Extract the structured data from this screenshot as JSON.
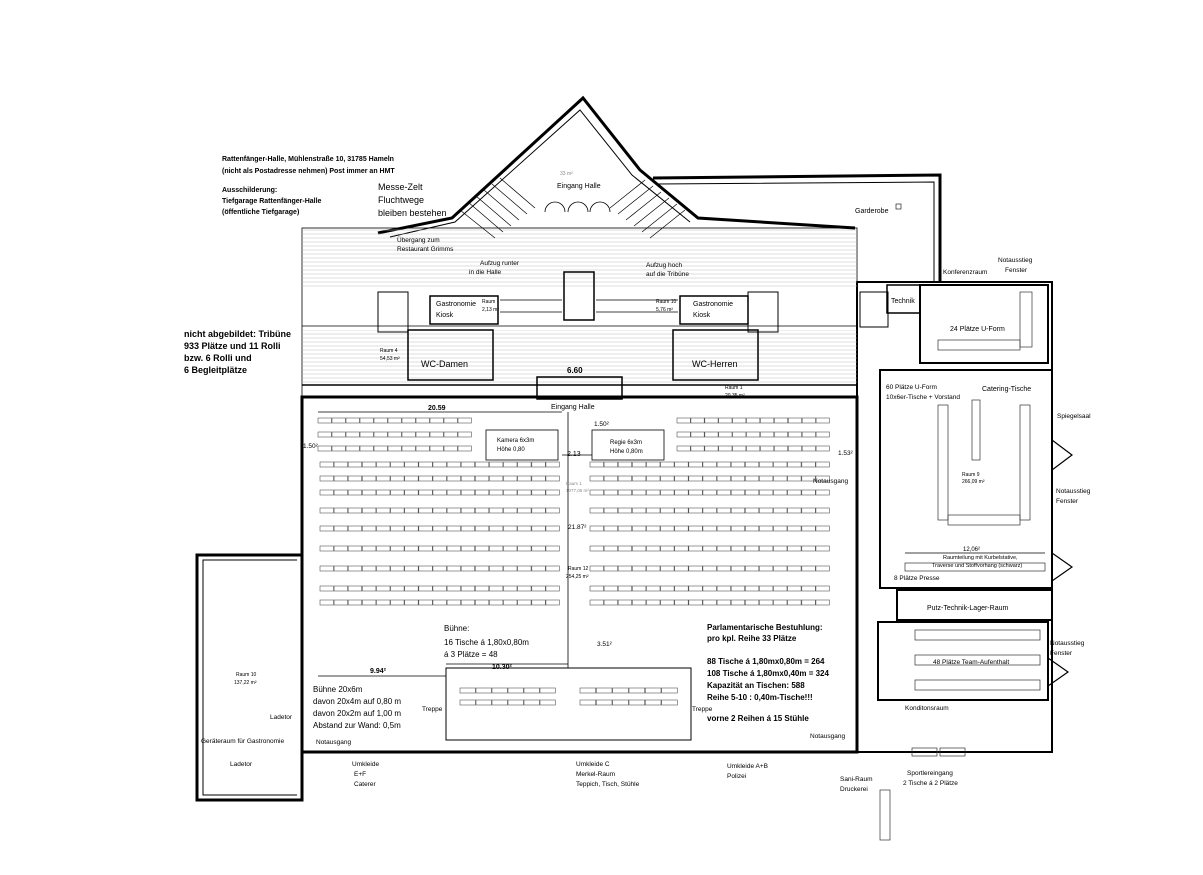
{
  "header": {
    "address_1": "Rattenfänger-Halle, Mühlenstraße 10, 31785 Hameln",
    "address_2": "(nicht als Postadresse nehmen) Post immer an HMT",
    "signage_1": "Ausschilderung:",
    "signage_2": "Tiefgarage Rattenfänger-Halle",
    "signage_3": "(öffentliche Tiefgarage)",
    "messe_1": "Messe-Zelt",
    "messe_2": "Fluchtwege",
    "messe_3": "bleiben bestehen"
  },
  "tribune_note": {
    "line1": "nicht abgebildet: Tribüne",
    "line2": "933 Plätze und 11 Rolli",
    "line3": "bzw. 6 Rolli und",
    "line4": "6 Begleitplätze"
  },
  "rooms": {
    "eingang_top": "Eingang Halle",
    "area_top": "33 m²",
    "garderobe": "Garderobe",
    "uebergang_1": "Übergang zum",
    "uebergang_2": "Restaurant Grimms",
    "aufzug_runter_1": "Aufzug runter",
    "aufzug_runter_2": "in die Halle",
    "aufzug_hoch_1": "Aufzug hoch",
    "aufzug_hoch_2": "auf die Tribüne",
    "konferenzraum": "Konferenzraum",
    "notausstieg_1": "Notausstieg",
    "fenster_1": "Fenster",
    "gastro_left_1": "Gastronomie",
    "gastro_left_2": "Kiosk",
    "gastro_right_1": "Gastronomie",
    "gastro_right_2": "Kiosk",
    "raum_l_1": "Raum",
    "raum_l_2": "2,13 m²",
    "raum_r_1": "Raum 10",
    "raum_r_2": "5,76 m²",
    "technik": "Technik",
    "u_form_24": "24 Plätze U-Form",
    "raum4_1": "Raum 4",
    "raum4_2": "54,53 m²",
    "wc_damen": "WC-Damen",
    "wc_herren": "WC-Herren",
    "dim_660": "6.60",
    "raum1_1": "Raum 1",
    "raum1_2": "20,35 m²",
    "eingang_halle": "Eingang Halle",
    "u_form_60_1": "60 Plätze U-Form",
    "u_form_60_2": "10x6er-Tische + Vorstand",
    "catering": "Catering-Tische",
    "spiegelsaal": "Spiegelsaal",
    "notausstieg_2": "Notausstieg",
    "fenster_2": "Fenster",
    "raum9_1": "Raum 9",
    "raum9_2": "266,09 m²",
    "dim_1206": "12,06²",
    "raumteilung_1": "Raumteilung mit Kurbelstative,",
    "raumteilung_2": "Traverse und Stoffvorhang (schwarz)",
    "presse": "8 Plätze Presse",
    "putz": "Putz-Technik-Lager-Raum",
    "team_48": "48 Plätze Team-Aufenthalt",
    "notausstieg_3": "Notausstieg",
    "fenster_3": "Fenster",
    "konditonsraum": "Konditonsraum",
    "dim_2059": "20.59",
    "dim_150_left": "1.50²",
    "dim_150_top": "1.50²",
    "dim_153": "1.53²",
    "kamera_1": "Kamera 6x3m",
    "kamera_2": "Höhe 0,80",
    "regie_1": "Regie 6x3m",
    "regie_2": "Höhe 0,80m",
    "dim_213": "2.13",
    "raum1_hall_1": "Raum 1",
    "raum1_hall_2": "1077,05 m²",
    "notausgang_1": "Notausgang",
    "dim_2187": "21.87²",
    "raum12_1": "Raum 12",
    "raum12_2": "254,25 m²",
    "buehne_1": "Bühne:",
    "buehne_2": "16 Tische á 1,80x0,80m",
    "buehne_3": "á 3 Plätze = 48",
    "dim_351": "3.51²",
    "parl_1": "Parlamentarische Bestuhlung:",
    "parl_2": "pro kpl. Reihe 33 Plätze",
    "parl_3": "88 Tische á 1,80mx0,80m = 264",
    "parl_4": "108 Tische á 1,80mx0,40m = 324",
    "parl_5": "Kapazität an Tischen: 588",
    "parl_6": "Reihe 5-10 : 0,40m-Tische!!!",
    "parl_7": "vorne 2 Reihen á 15 Stühle",
    "dim_994": "9.94²",
    "dim_1030": "10.30²",
    "stage_1": "Bühne 20x6m",
    "stage_2": "davon 20x4m auf 0,80 m",
    "stage_3": "davon 20x2m auf 1,00 m",
    "stage_4": "Abstand zur Wand: 0,5m",
    "treppe_l": "Treppe",
    "treppe_r": "Treppe",
    "notausgang_2": "Notausgang",
    "notausgang_3": "Notausgang",
    "raum10_1": "Raum 10",
    "raum10_2": "137,22 m²",
    "ladetor_1": "Ladetor",
    "geraeteraum": "Geräteraum für Gastronomie",
    "ladetor_2": "Ladetor",
    "umkleide_ef_1": "Umkleide",
    "umkleide_ef_2": "E+F",
    "umkleide_ef_3": "Caterer",
    "umkleide_c_1": "Umkleide C",
    "umkleide_c_2": "Merkel-Raum",
    "umkleide_c_3": "Teppich, Tisch, Stühle",
    "umkleide_ab_1": "Umkleide A+B",
    "umkleide_ab_2": "Polizei",
    "sani_1": "Sani-Raum",
    "sani_2": "Druckerei",
    "sport_1": "Sportlereingang",
    "sport_2": "2 Tische á 2 Plätze"
  }
}
